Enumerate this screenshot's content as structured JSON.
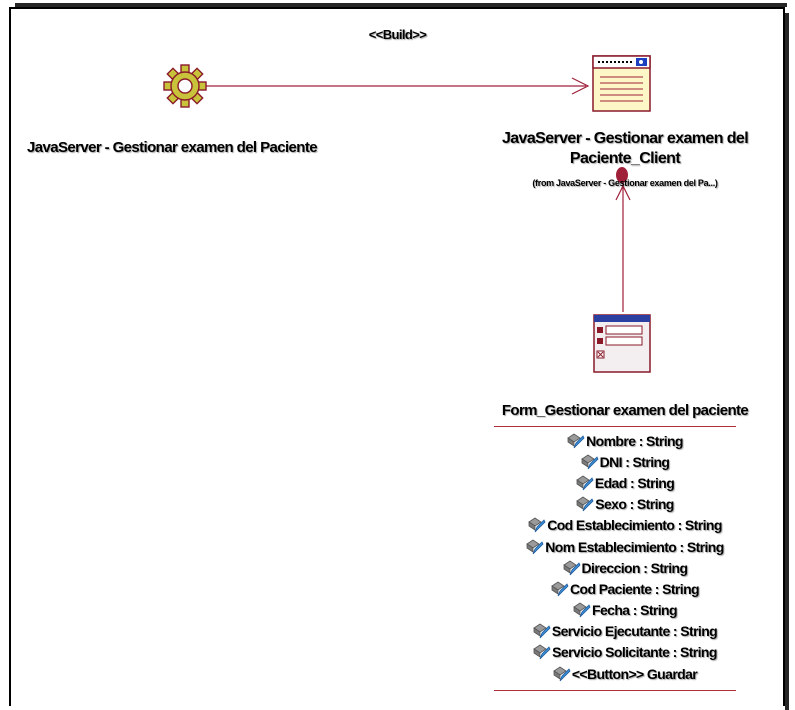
{
  "stereotype": "<<Build>>",
  "server": {
    "name": "JavaServer - Gestionar examen del Paciente",
    "icon": "gear-icon"
  },
  "client": {
    "name": "JavaServer - Gestionar examen del Paciente_Client",
    "from": "(from JavaServer - Gestionar examen del Pa...)",
    "icon": "client-page-icon"
  },
  "form": {
    "name": "Form_Gestionar examen del paciente",
    "icon": "form-icon",
    "attributes": [
      "Nombre : String",
      "DNI : String",
      "Edad : String",
      "Sexo : String",
      "Cod Establecimiento : String",
      "Nom Establecimiento : String",
      "Direccion : String",
      "Cod Paciente : String",
      "Fecha : String",
      "Servicio Ejecutante : String",
      "Servicio Solicitante : String",
      "<<Button>> Guardar"
    ]
  },
  "colors": {
    "accent": "#a0203a",
    "gear_fill": "#c8c33a",
    "page_fill": "#fdf7c8",
    "attr_icon": "#3a8fd6"
  }
}
